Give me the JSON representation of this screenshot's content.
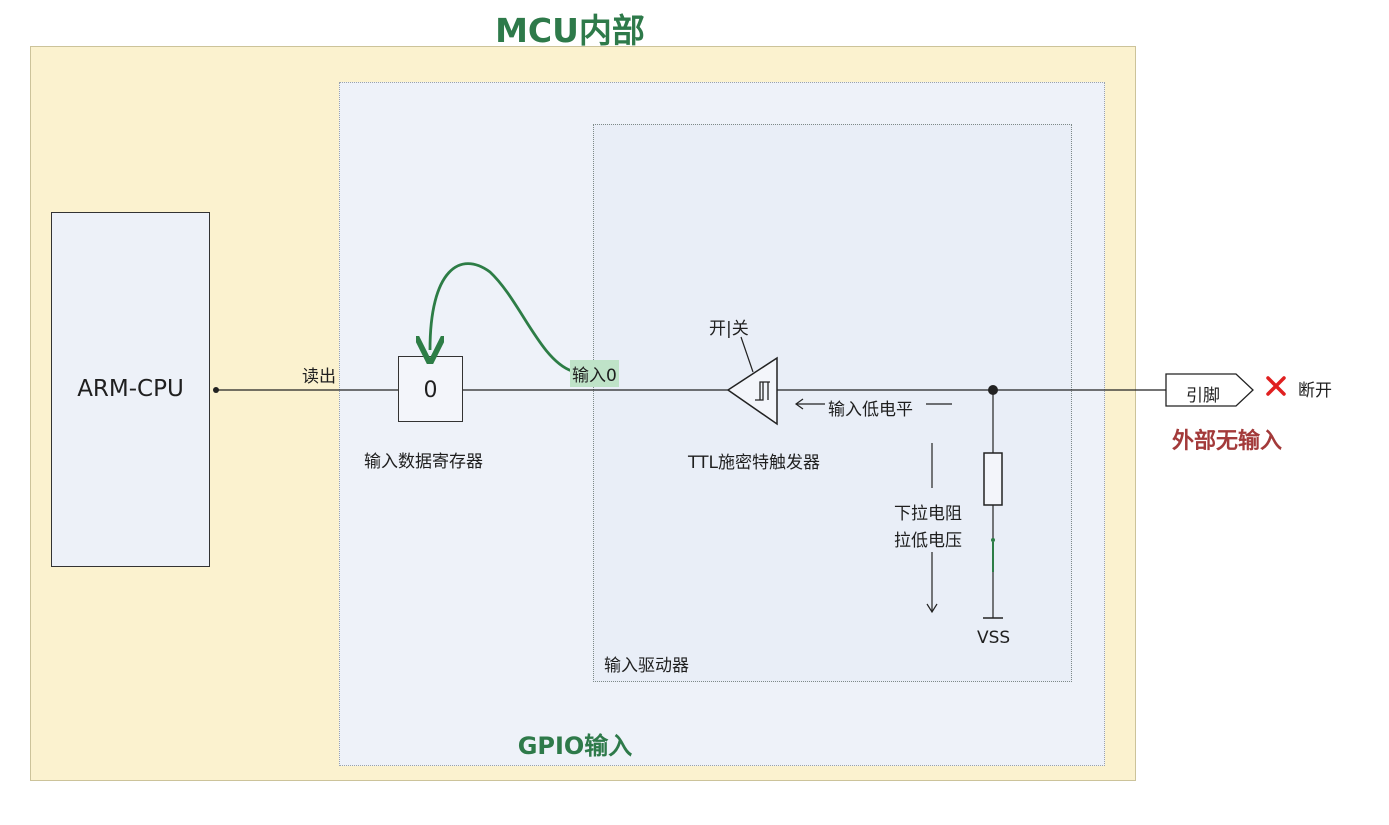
{
  "diagram": {
    "mcu_title": "MCU内部",
    "gpio_title": "GPIO输入",
    "driver_label": "输入驱动器",
    "cpu_label": "ARM-CPU",
    "read_label": "读出",
    "register_value": "0",
    "register_label": "输入数据寄存器",
    "input_tag": "输入0",
    "switch_label": "开|关",
    "schmitt_label": "TTL施密特触发器",
    "low_level_label": "输入低电平",
    "pulldown_label_line1": "下拉电阻",
    "pulldown_label_line2": "拉低电压",
    "vss_label": "VSS",
    "pin_label": "引脚",
    "disconnect_label": "断开",
    "external_label": "外部无输入"
  },
  "colors": {
    "mcu_bg": "#fbf2cf",
    "gpio_bg": "#eef2f9",
    "title_green": "#2e7a4a",
    "arrow_green": "#2d7d46",
    "alert_red": "#a33a3a",
    "x_red": "#e02020"
  }
}
